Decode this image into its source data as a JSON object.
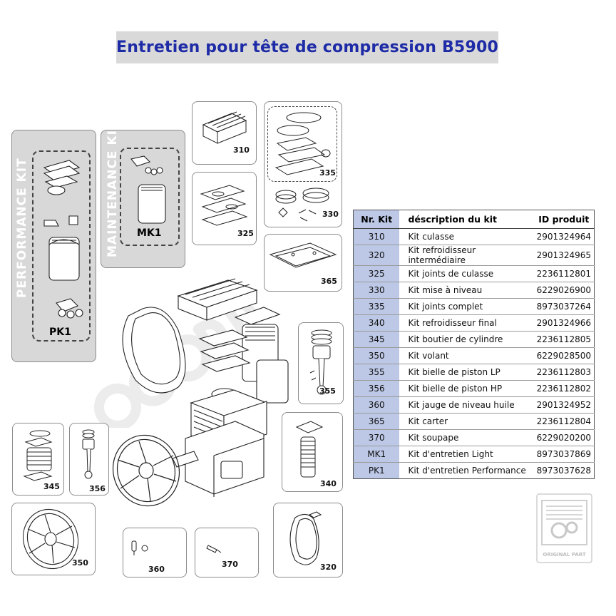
{
  "title": "Entretien pour tête de compression B5900",
  "kits_side": {
    "performance_label": "PERFORMANCE KIT",
    "performance_code": "PK1",
    "maintenance_label": "MAINTENANCE KIT",
    "maintenance_code": "MK1"
  },
  "panels": {
    "p310": "310",
    "p335": "335",
    "p325": "325",
    "p330": "330",
    "p365": "365",
    "p355": "355",
    "p340": "340",
    "p345": "345",
    "p356": "356",
    "p350": "350",
    "p360": "360",
    "p370": "370",
    "p320": "320"
  },
  "table": {
    "headers": [
      "Nr. Kit",
      "déscription du kit",
      "ID produit"
    ],
    "rows": [
      [
        "310",
        "Kit culasse",
        "2901324964"
      ],
      [
        "320",
        "Kit refroidisseur intermédiaire",
        "2901324965"
      ],
      [
        "325",
        "Kit joints de culasse",
        "2236112801"
      ],
      [
        "330",
        "Kit mise à niveau",
        "6229026900"
      ],
      [
        "335",
        "Kit joints complet",
        "8973037264"
      ],
      [
        "340",
        "Kit refroidisseur final",
        "2901324966"
      ],
      [
        "345",
        "Kit boutier de cylindre",
        "2236112805"
      ],
      [
        "350",
        "Kit volant",
        "6229028500"
      ],
      [
        "355",
        "Kit bielle de piston LP",
        "2236112803"
      ],
      [
        "356",
        "Kit bielle de piston HP",
        "2236112802"
      ],
      [
        "360",
        "Kit jauge de niveau huile",
        "2901324952"
      ],
      [
        "365",
        "Kit carter",
        "2236112804"
      ],
      [
        "370",
        "Kit soupape",
        "6229020200"
      ],
      [
        "MK1",
        "Kit d'entretien Light",
        "8973037869"
      ],
      [
        "PK1",
        "Kit d'entretien Performance",
        "8973037628"
      ]
    ]
  },
  "logo_text": "ORIGINAL PART",
  "colors": {
    "title": "#1e2ba6",
    "title_bg": "#d9d9d9",
    "kit_col": "#bcc8e6",
    "kit_panel": "#d8d8d8"
  }
}
